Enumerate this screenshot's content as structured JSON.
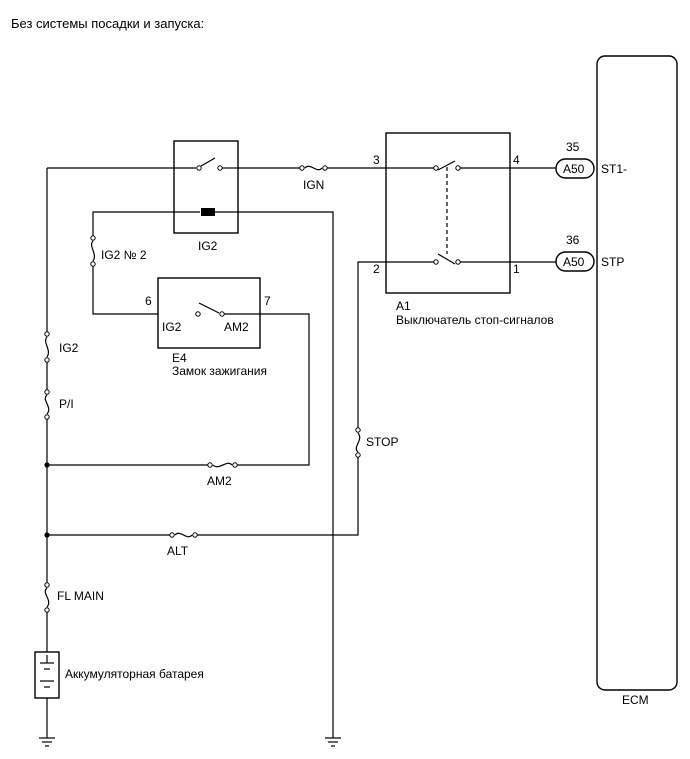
{
  "title": "Без системы посадки и запуска:",
  "components": {
    "relay_ig2": "IG2",
    "ign_switch_code": "E4",
    "ign_switch_name": "Замок зажигания",
    "ign_pin_ig2": "IG2",
    "ign_pin_am2": "AM2",
    "ign_terminal_left": "6",
    "ign_terminal_right": "7",
    "stop_switch_code": "A1",
    "stop_switch_name": "Выключатель стоп-сигналов",
    "stop_terminal_3": "3",
    "stop_terminal_4": "4",
    "stop_terminal_2": "2",
    "stop_terminal_1": "1",
    "battery": "Аккумуляторная батарея",
    "ecm": "ECM"
  },
  "fuses": {
    "ign": "IGN",
    "ig2_no2": "IG2 № 2",
    "ig2": "IG2",
    "pi": "P/I",
    "am2": "AM2",
    "stop": "STOP",
    "alt": "ALT",
    "fl_main": "FL MAIN"
  },
  "connectors": {
    "st1_pin": "35",
    "st1_conn": "A50",
    "st1_name": "ST1-",
    "stp_pin": "36",
    "stp_conn": "A50",
    "stp_name": "STP"
  }
}
